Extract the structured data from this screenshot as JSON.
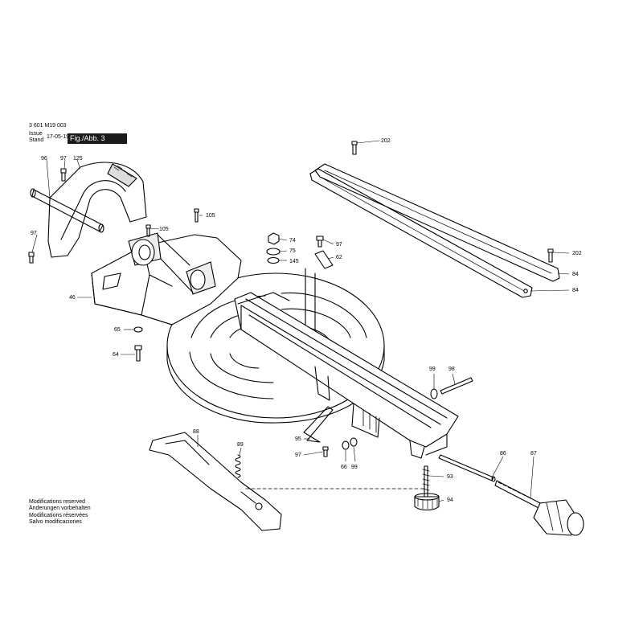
{
  "header": {
    "doc_number": "3 601 M19 003",
    "issue_label": "Issue",
    "stand_label": "Stand",
    "date": "17-05-19",
    "figure": "Fig./Abb. 3"
  },
  "notes": [
    "Modifications reserved",
    "Änderungen vorbehalten",
    "Modifications réservées",
    "Salvo modificaciones"
  ],
  "parts": [
    {
      "id": "p96a",
      "number": "96"
    },
    {
      "id": "p97a",
      "number": "97"
    },
    {
      "id": "p125",
      "number": "125"
    },
    {
      "id": "p97b",
      "number": "97"
    },
    {
      "id": "p105a",
      "number": "105"
    },
    {
      "id": "p105b",
      "number": "105"
    },
    {
      "id": "p46",
      "number": "46"
    },
    {
      "id": "p65",
      "number": "65"
    },
    {
      "id": "p64",
      "number": "64"
    },
    {
      "id": "p74",
      "number": "74"
    },
    {
      "id": "p75",
      "number": "75"
    },
    {
      "id": "p145",
      "number": "145"
    },
    {
      "id": "p97c",
      "number": "97"
    },
    {
      "id": "p62",
      "number": "62"
    },
    {
      "id": "p202a",
      "number": "202"
    },
    {
      "id": "p202b",
      "number": "202"
    },
    {
      "id": "p84a",
      "number": "84"
    },
    {
      "id": "p84b",
      "number": "84"
    },
    {
      "id": "p99a",
      "number": "99"
    },
    {
      "id": "p98",
      "number": "98"
    },
    {
      "id": "p88",
      "number": "88"
    },
    {
      "id": "p89",
      "number": "89"
    },
    {
      "id": "p95",
      "number": "95"
    },
    {
      "id": "p97d",
      "number": "97"
    },
    {
      "id": "p66",
      "number": "66"
    },
    {
      "id": "p99b",
      "number": "99"
    },
    {
      "id": "p86",
      "number": "86"
    },
    {
      "id": "p87",
      "number": "87"
    },
    {
      "id": "p93",
      "number": "93"
    },
    {
      "id": "p94",
      "number": "94"
    }
  ]
}
